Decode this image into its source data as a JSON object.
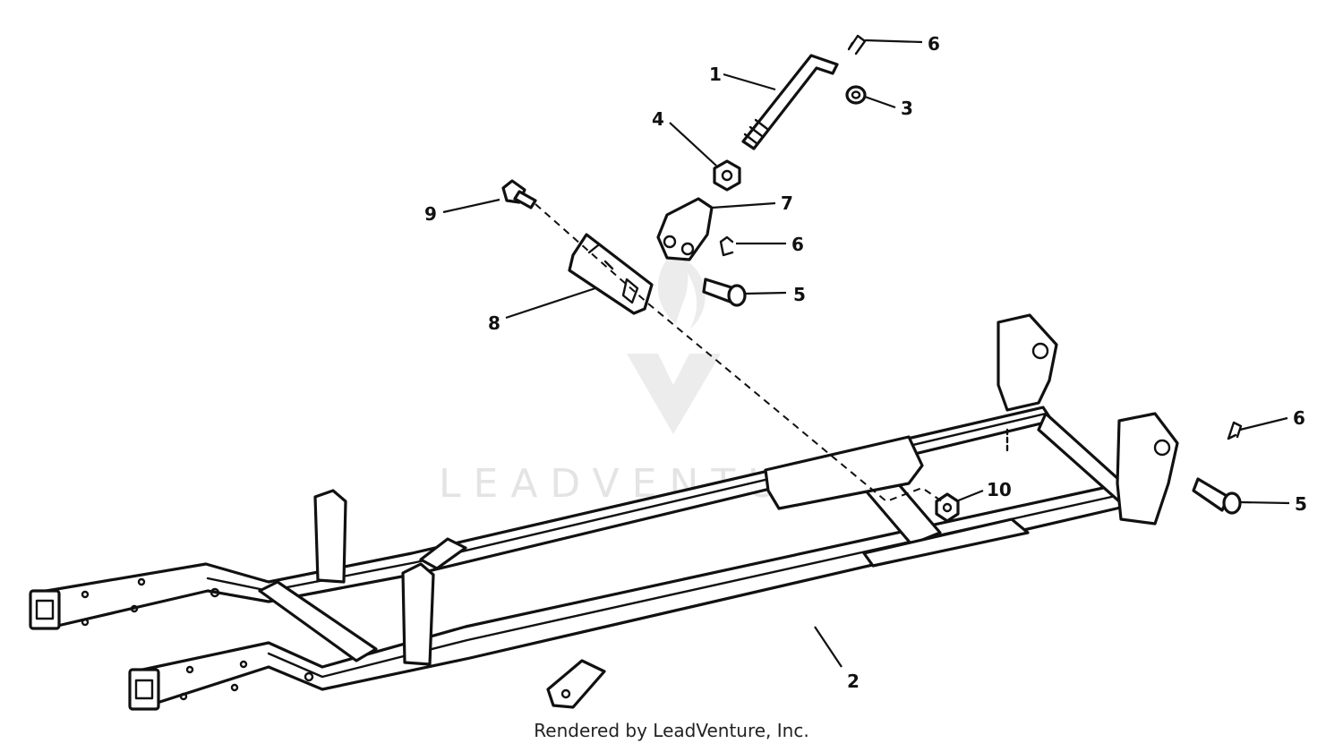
{
  "diagram": {
    "watermark": "LEADVENTURE",
    "footer": "Rendered by LeadVenture, Inc.",
    "callouts": [
      {
        "id": "c1",
        "label": "1"
      },
      {
        "id": "c2",
        "label": "2"
      },
      {
        "id": "c3",
        "label": "3"
      },
      {
        "id": "c4",
        "label": "4"
      },
      {
        "id": "c5a",
        "label": "5"
      },
      {
        "id": "c5b",
        "label": "5"
      },
      {
        "id": "c6a",
        "label": "6"
      },
      {
        "id": "c6b",
        "label": "6"
      },
      {
        "id": "c6c",
        "label": "6"
      },
      {
        "id": "c7",
        "label": "7"
      },
      {
        "id": "c8",
        "label": "8"
      },
      {
        "id": "c9",
        "label": "9"
      },
      {
        "id": "c10",
        "label": "10"
      }
    ]
  }
}
